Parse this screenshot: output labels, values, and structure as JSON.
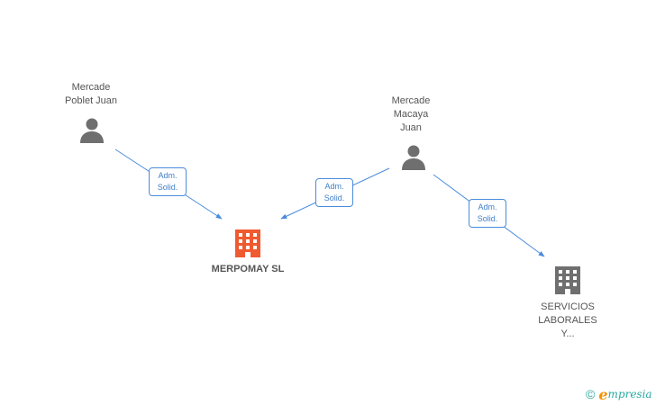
{
  "nodes": {
    "person_1": {
      "label": "Mercade\nPoblet Juan"
    },
    "person_2": {
      "label": "Mercade\nMacaya\nJuan"
    },
    "company_main": {
      "label": "MERPOMAY SL"
    },
    "company_other": {
      "label": "SERVICIOS\nLABORALES\nY..."
    }
  },
  "edges": [
    {
      "from": "person_1",
      "to": "company_main",
      "label": "Adm.\nSolid."
    },
    {
      "from": "person_2",
      "to": "company_main",
      "label": "Adm.\nSolid."
    },
    {
      "from": "person_2",
      "to": "company_other",
      "label": "Adm.\nSolid."
    }
  ],
  "colors": {
    "edge": "#4a8cdc",
    "person_icon": "#6f6f6f",
    "main_company_icon": "#f05a30",
    "other_company_icon": "#6f6f6f"
  },
  "icons": {
    "person": "person-icon",
    "company": "building-icon"
  },
  "brand": {
    "copyright": "©",
    "initial": "e",
    "rest": "mpresia"
  }
}
